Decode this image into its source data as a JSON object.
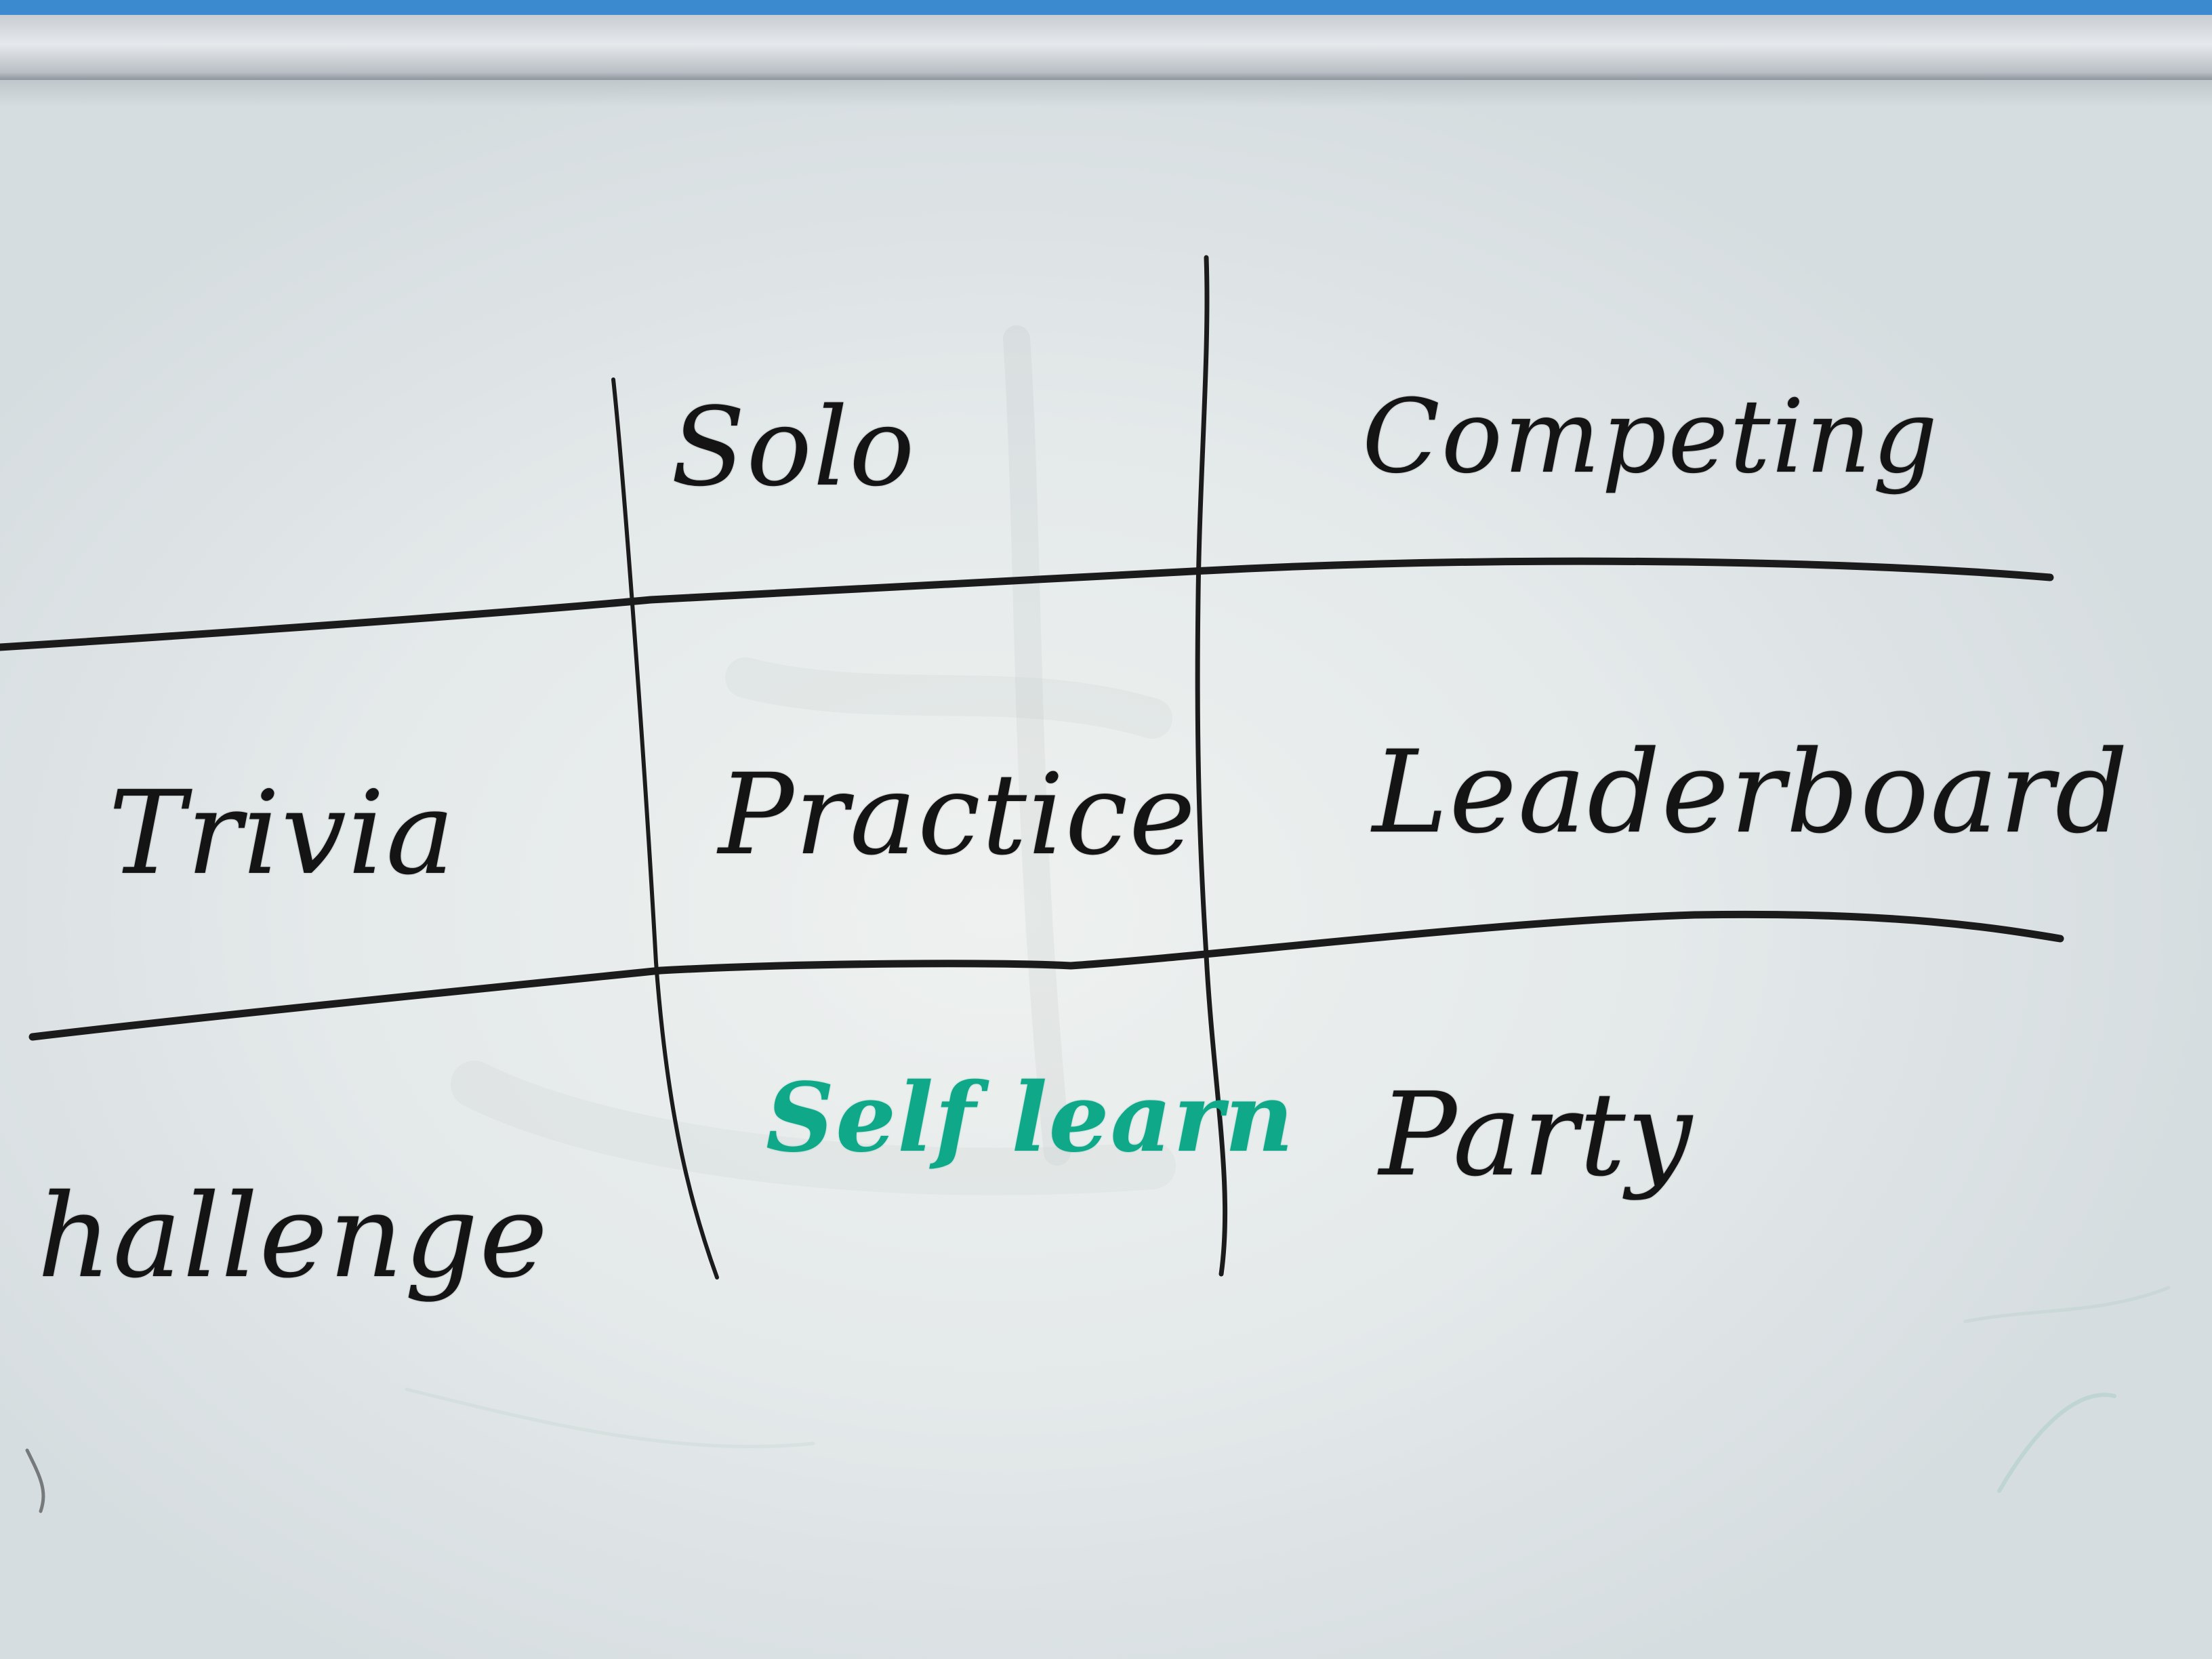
{
  "whiteboard": {
    "ink_color": "#141414",
    "accent_ink_color": "#0fa98a",
    "frame_color": "#3b8ad0",
    "column_headers": [
      "Solo",
      "Competing"
    ],
    "rows": [
      {
        "label": "Trivia",
        "cells": [
          "Practice",
          "Leaderboard"
        ]
      },
      {
        "label": "hallenge",
        "cells": [
          "Self learn",
          "Party"
        ]
      }
    ]
  }
}
